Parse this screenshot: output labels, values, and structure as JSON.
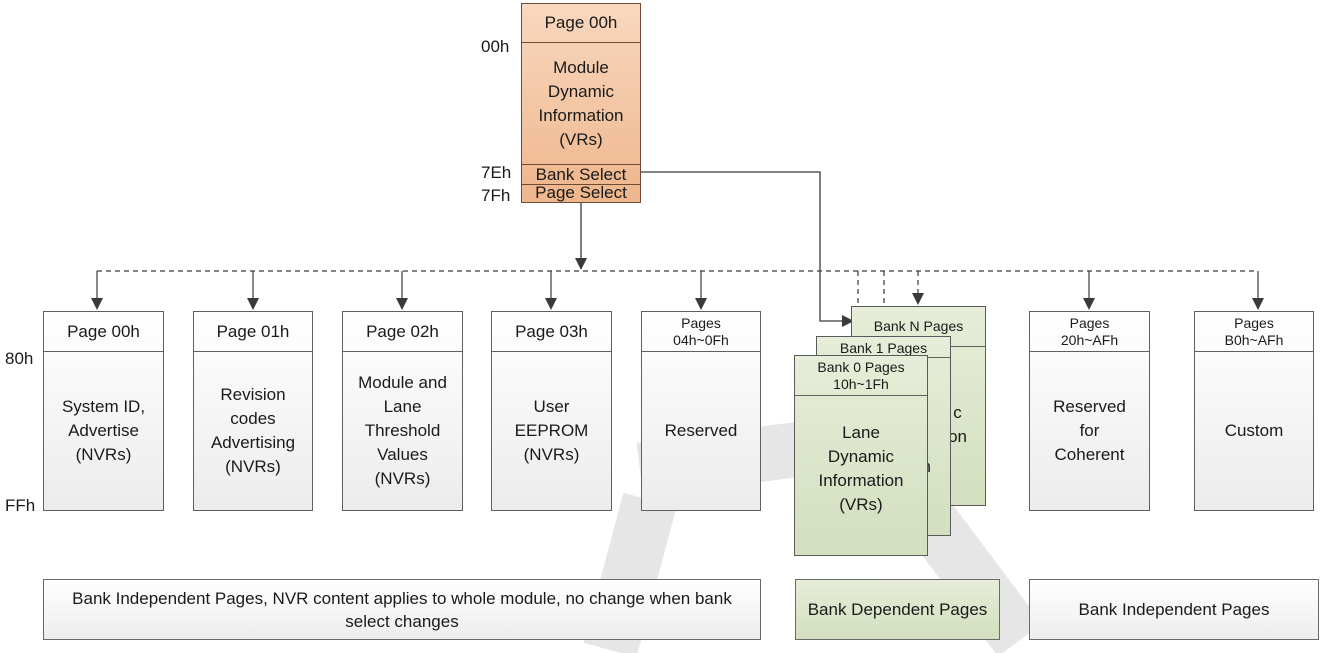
{
  "top_page": {
    "header": "Page 00h",
    "body": "Module\nDynamic\nInformation\n(VRs)",
    "bank_select": "Bank Select",
    "page_select": "Page Select"
  },
  "offsets": {
    "top_00h": "00h",
    "top_7eh": "7Eh",
    "top_7fh": "7Fh",
    "lower_80h": "80h",
    "lower_ffh": "FFh"
  },
  "pages": [
    {
      "header": "Page 00h",
      "body": "System ID,\nAdvertise\n(NVRs)"
    },
    {
      "header": "Page 01h",
      "body": "Revision\ncodes\nAdvertising\n(NVRs)"
    },
    {
      "header": "Page 02h",
      "body": "Module and\nLane\nThreshold\nValues\n(NVRs)"
    },
    {
      "header": "Page 03h",
      "body": "User\nEEPROM\n(NVRs)"
    },
    {
      "header": "Pages\n04h~0Fh",
      "body": "Reserved"
    },
    {
      "header": "Pages\n20h~AFh",
      "body": "Reserved\nfor\nCoherent"
    },
    {
      "header": "Pages\nB0h~AFh",
      "body": "Custom"
    }
  ],
  "banks": {
    "bank_n": {
      "header": "Bank N Pages",
      "body_partial": "c\non"
    },
    "bank_1": {
      "header": "Bank 1 Pages",
      "body_partial": "n"
    },
    "bank_0": {
      "header": "Bank 0 Pages\n10h~1Fh",
      "body": "Lane\nDynamic\nInformation\n(VRs)"
    }
  },
  "notes": {
    "independent_left": "Bank Independent Pages, NVR content applies to whole module, no change when bank select changes",
    "dependent": "Bank Dependent Pages",
    "independent_right": "Bank Independent Pages"
  },
  "colors": {
    "top_page_fill": "#f3c4a0",
    "bank_page_fill": "#dfe7cf",
    "line": "#3a3a3a"
  }
}
